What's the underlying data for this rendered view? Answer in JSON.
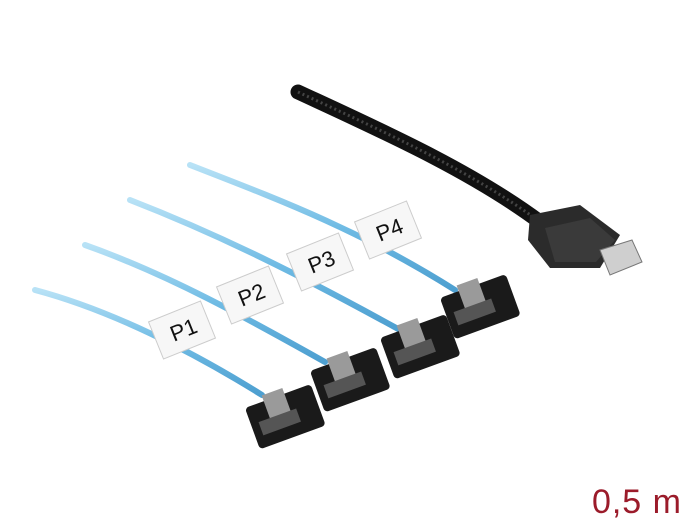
{
  "product": {
    "port_labels": [
      "P1",
      "P2",
      "P3",
      "P4"
    ],
    "length": "0,5 m",
    "colors": {
      "cable_blue": "#7cc6ea",
      "sleeve": "#1a1a1a",
      "length_text": "#9b1b2a"
    }
  }
}
